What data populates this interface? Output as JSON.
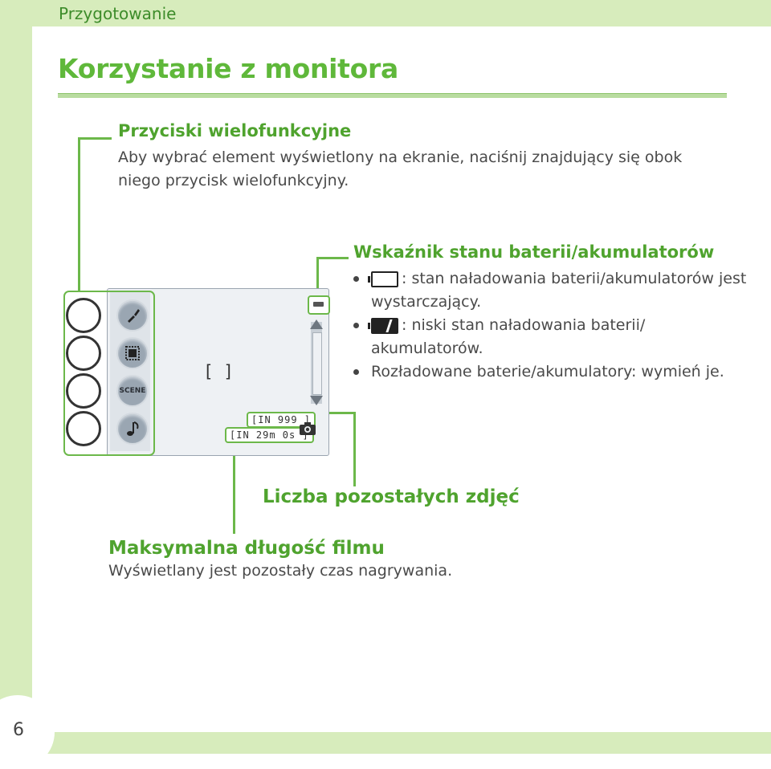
{
  "header": {
    "section": "Przygotowanie"
  },
  "title": "Korzystanie z monitora",
  "multifunction": {
    "heading": "Przyciski wielofunkcyjne",
    "description": "Aby wybrać element wyświetlony na ekranie, naciśnij znajdujący się obok niego przycisk wielofunkcyjny."
  },
  "battery": {
    "heading": "Wskaźnik stanu baterii/akumulatorów",
    "items": [
      {
        "icon": "battery-full-icon",
        "text": ": stan naładowania baterii/akumulatorów jest wystarczający."
      },
      {
        "icon": "battery-low-icon",
        "text": ": niski stan naładowania baterii/ akumulatorów."
      },
      {
        "icon": "",
        "text": "Rozładowane baterie/akumulatory: wymień je."
      }
    ]
  },
  "photos_remaining": {
    "heading": "Liczba pozostałych zdjęć"
  },
  "movie_length": {
    "heading": "Maksymalna długość filmu",
    "description": "Wyświetlany jest pozostały czas nagrywania."
  },
  "monitor": {
    "focus_bracket": "[  ]",
    "photos_counter": "[IN 999 ]",
    "movie_counter": "[IN 29m 0s ]",
    "menu_icons": [
      "brush-icon",
      "frame-icon",
      "scene-icon",
      "music-note-icon"
    ],
    "scene_label": "SCENE"
  },
  "page_number": "6",
  "colors": {
    "accent_green": "#5fb83a",
    "band_green": "#d7ecbc",
    "line_green": "#6cb84a"
  }
}
